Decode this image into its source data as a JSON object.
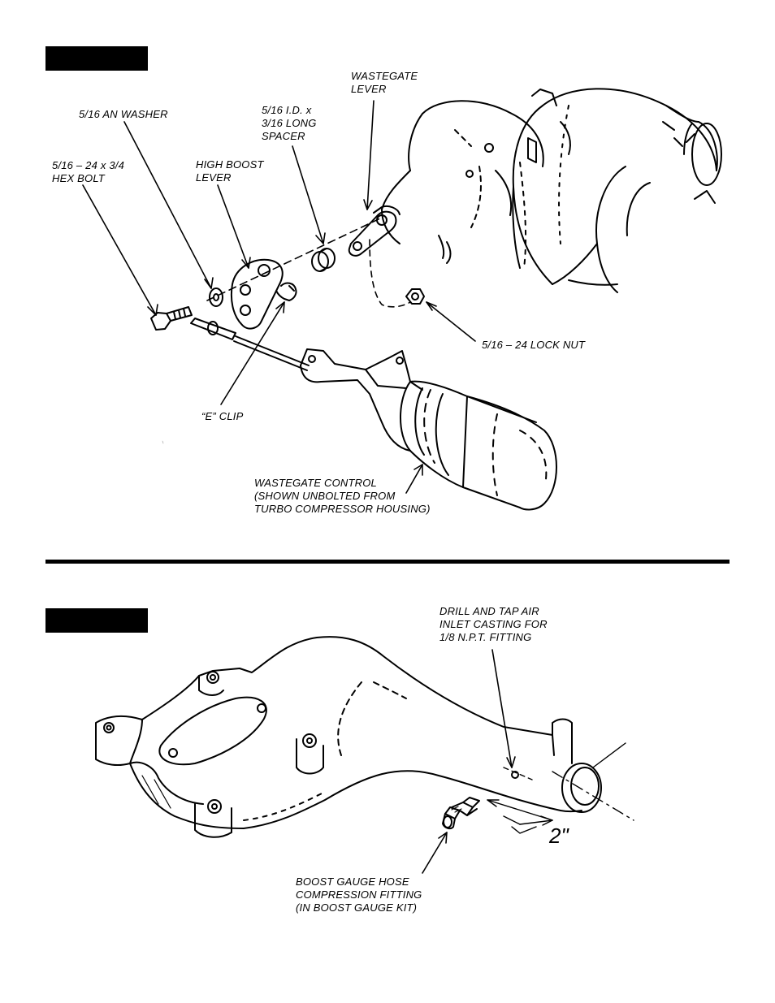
{
  "figure1": {
    "labels": {
      "wastegate_lever": [
        "WASTEGATE",
        "LEVER"
      ],
      "an_washer": [
        "5/16 AN WASHER"
      ],
      "spacer": [
        "5/16 I.D. x",
        "3/16 LONG",
        "SPACER"
      ],
      "hex_bolt": [
        "5/16 – 24 x 3/4",
        "HEX BOLT"
      ],
      "high_boost_lever": [
        "HIGH BOOST",
        "LEVER"
      ],
      "lock_nut": [
        "5/16 – 24 LOCK NUT"
      ],
      "e_clip": [
        "“E” CLIP"
      ],
      "wastegate_control": [
        "WASTEGATE CONTROL",
        "(SHOWN UNBOLTED FROM",
        "TURBO COMPRESSOR HOUSING)"
      ]
    }
  },
  "figure2": {
    "labels": {
      "drill_tap": [
        "DRILL AND TAP AIR",
        "INLET CASTING FOR",
        "1/8 N.P.T. FITTING"
      ],
      "hose_fitting": [
        "BOOST GAUGE HOSE",
        "COMPRESSION FITTING",
        "(IN BOOST GAUGE KIT)"
      ]
    },
    "dimension": "2\""
  }
}
